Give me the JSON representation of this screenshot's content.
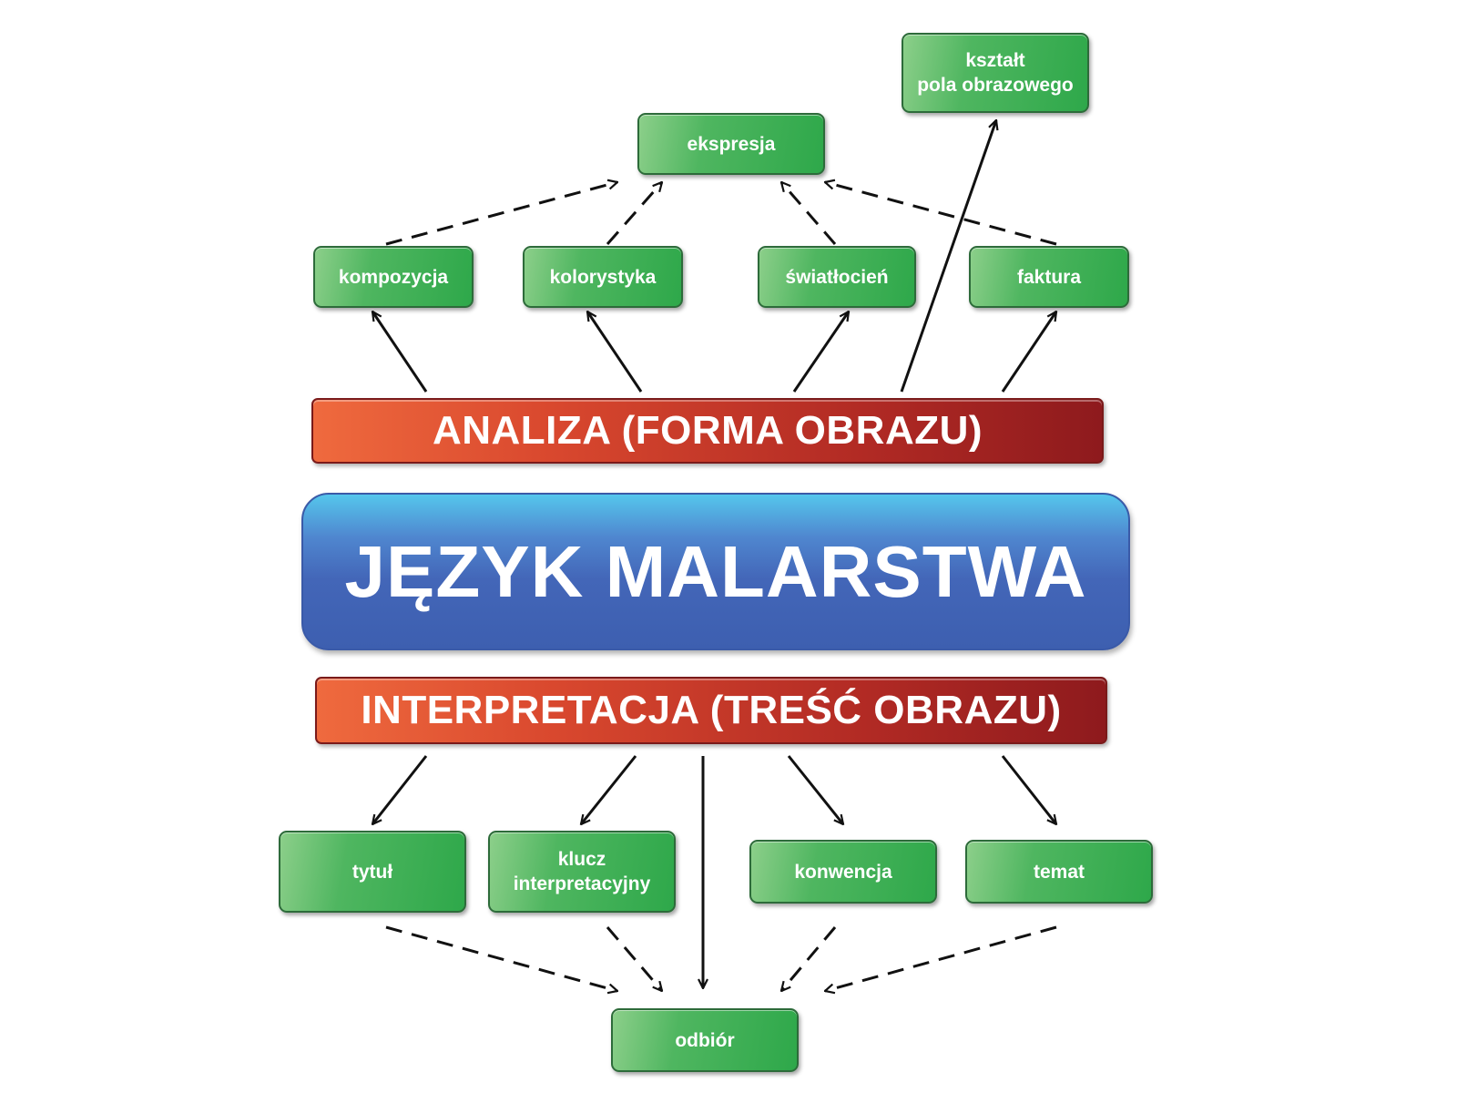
{
  "diagram": {
    "center_title": "JĘZYK MALARSTWA",
    "analysis_bar": "ANALIZA (FORMA OBRAZU)",
    "interpretation_bar": "INTERPRETACJA (TREŚĆ OBRAZU)",
    "form_nodes": {
      "kompozycja": "kompozycja",
      "kolorystyka": "kolorystyka",
      "swiatlocien": "światłocień",
      "faktura": "faktura",
      "ksztalt": "kształt\npola obrazowego",
      "ekspresja": "ekspresja"
    },
    "content_nodes": {
      "tytul": "tytuł",
      "klucz": "klucz\ninterpretacyjny",
      "konwencja": "konwencja",
      "temat": "temat",
      "odbior": "odbiór"
    }
  },
  "colors": {
    "node_green": "#2ea84a",
    "bar_red": "#b12a24",
    "center_blue": "#4366b8",
    "arrow": "#111111"
  }
}
